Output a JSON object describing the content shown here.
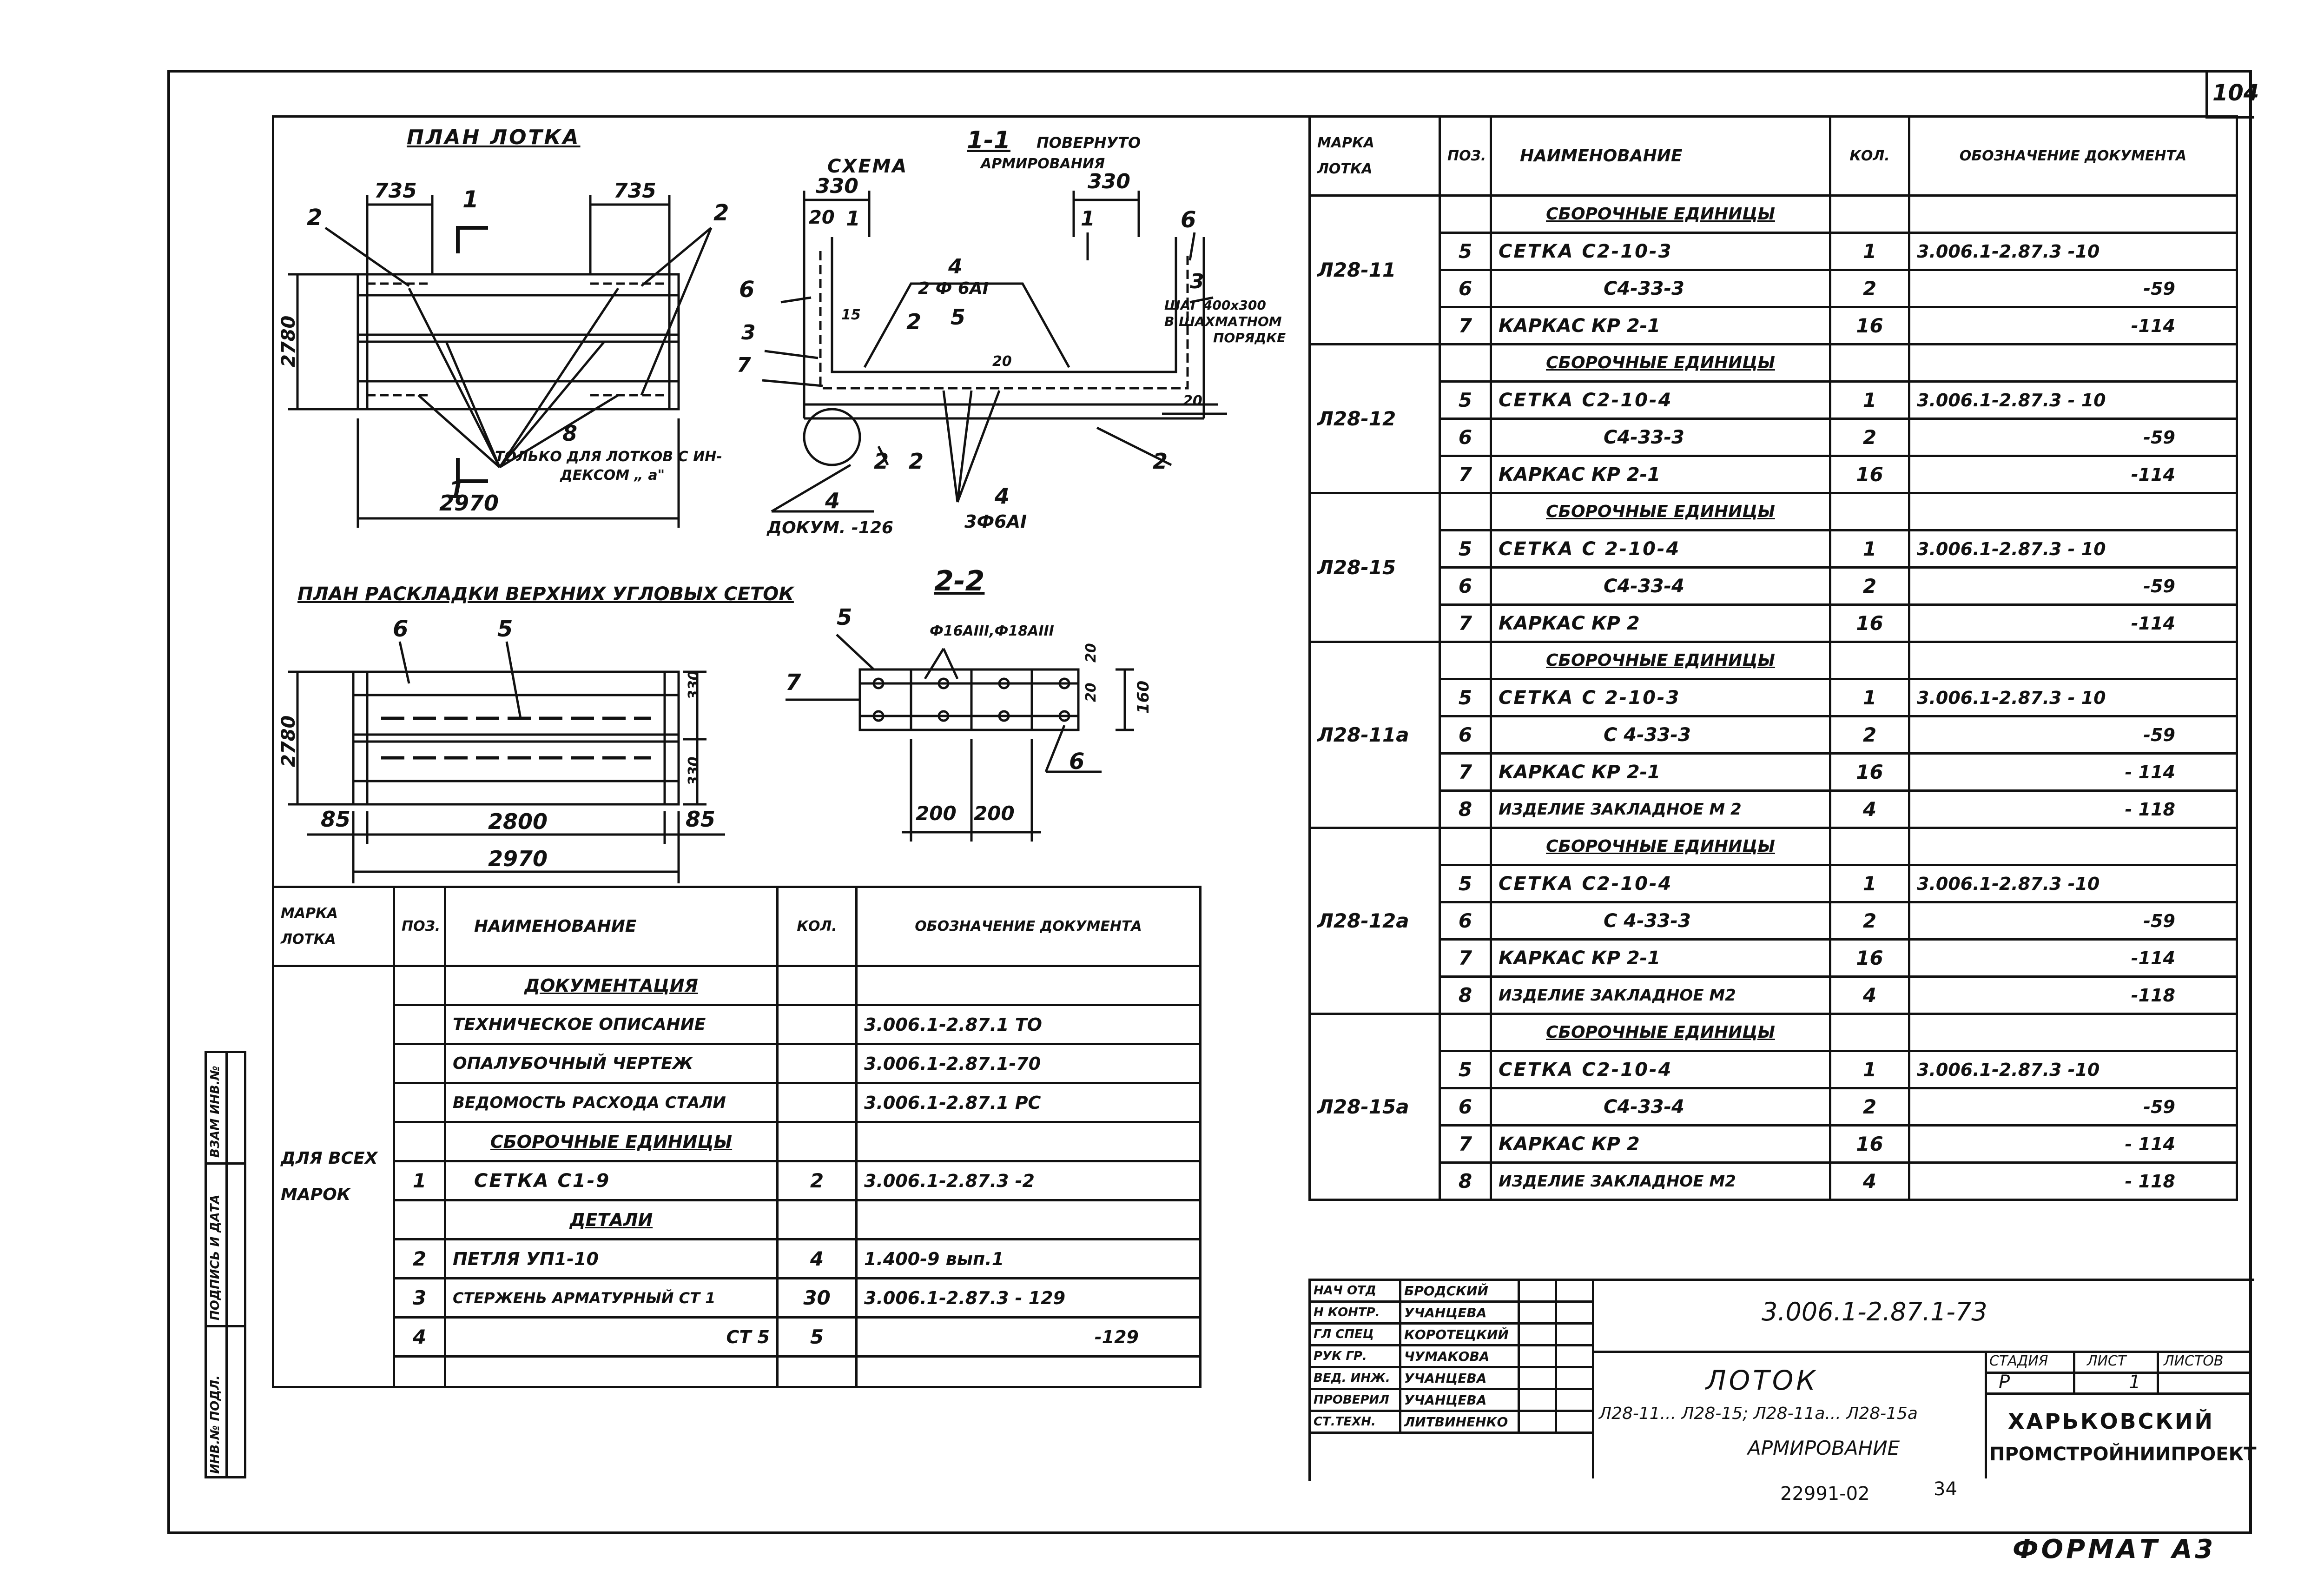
{
  "sheet": {
    "page_number": "104",
    "format": "ФОРМАТ А3",
    "archive_no": "22991-02",
    "archive_page": "34"
  },
  "plan_tray": {
    "title": "ПЛАН ЛОТКА",
    "dim_735_left": "735",
    "dim_735_right": "735",
    "dim_2780": "2780",
    "dim_2970": "2970",
    "cut": "1",
    "pos_2a": "2",
    "pos_2b": "2",
    "pos_8": "8",
    "note": "ТОЛЬКО ДЛЯ ЛОТКОВ С ИН-",
    "note2": "ДЕКСОМ „ а\""
  },
  "section_11": {
    "title": "1-1",
    "rotated": "ПОВЕРНУТО",
    "scheme": "СХЕМА",
    "armir": "АРМИРОВАНИЯ",
    "dim_330_left": "330",
    "dim_330_right": "330",
    "dim_20": "20",
    "dim_20b": "20",
    "dim_20c": "20",
    "dim_15": "15",
    "p1": "1",
    "p1r": "1",
    "p2": "2",
    "p2b": "2",
    "p2c": "2",
    "p2d": "2",
    "p3": "3",
    "p3r": "3",
    "p4": "4",
    "p4b": "4",
    "p4c": "4",
    "p5": "5",
    "p6": "6",
    "p6r": "6",
    "p7": "7",
    "bar_2": "2 Ф 6АI",
    "bar_3": "3Ф6АI",
    "doc": "ДОКУМ. -126",
    "step1": "ШАГ 400х300",
    "step2": "В ШАХМАТНОМ",
    "step3": "ПОРЯДКЕ"
  },
  "plan_mesh": {
    "title": "ПЛАН РАСКЛАДКИ ВЕРХНИХ УГЛОВЫХ СЕТОК",
    "p6": "6",
    "p5": "5",
    "dim_2780": "2780",
    "dim_330a": "330",
    "dim_330b": "330",
    "dim_85a": "85",
    "dim_85b": "85",
    "dim_2800": "2800",
    "dim_2970": "2970"
  },
  "section_22": {
    "title": "2-2",
    "p5": "5",
    "p7": "7",
    "p6": "6",
    "bars": "Ф16АIII,Ф18АIII",
    "dim_20a": "20",
    "dim_20b": "20",
    "dim_160": "160",
    "dim_200a": "200",
    "dim_200b": "200"
  },
  "table_left": {
    "headers": [
      "МАРКА ЛОТКА",
      "ПОЗ.",
      "НАИМЕНОВАНИЕ",
      "КОЛ.",
      "ОБОЗНАЧЕНИЕ ДОКУМЕНТА"
    ],
    "group": "ДЛЯ ВСЕХ МАРОК",
    "rows": [
      {
        "pos": "",
        "name": "ДОКУМЕНТАЦИЯ",
        "qty": "",
        "doc": "",
        "section": true
      },
      {
        "pos": "",
        "name": "ТЕХНИЧЕСКОЕ ОПИСАНИЕ",
        "qty": "",
        "doc": "3.006.1-2.87.1 ТО"
      },
      {
        "pos": "",
        "name": "ОПАЛУБОЧНЫЙ ЧЕРТЕЖ",
        "qty": "",
        "doc": "3.006.1-2.87.1-70"
      },
      {
        "pos": "",
        "name": "ВЕДОМОСТЬ РАСХОДА СТАЛИ",
        "qty": "",
        "doc": "3.006.1-2.87.1 РС"
      },
      {
        "pos": "",
        "name": "СБОРОЧНЫЕ ЕДИНИЦЫ",
        "qty": "",
        "doc": "",
        "section": true
      },
      {
        "pos": "1",
        "name": "СЕТКА С1-9",
        "qty": "2",
        "doc": "3.006.1-2.87.3 -2"
      },
      {
        "pos": "",
        "name": "ДЕТАЛИ",
        "qty": "",
        "doc": "",
        "section": true
      },
      {
        "pos": "2",
        "name": "ПЕТЛЯ УП1-10",
        "qty": "4",
        "doc": "1.400-9 вып.1"
      },
      {
        "pos": "3",
        "name": "СТЕРЖЕНЬ АРМАТУРНЫЙ СТ 1",
        "qty": "30",
        "doc": "3.006.1-2.87.3 - 129"
      },
      {
        "pos": "4",
        "name": "СТ 5",
        "qty": "5",
        "doc": "-129",
        "rname": true,
        "rdoc": true
      },
      {
        "pos": "",
        "name": "",
        "qty": "",
        "doc": ""
      }
    ]
  },
  "table_right": {
    "headers": [
      "МАРКА ЛОТКА",
      "ПОЗ.",
      "НАИМЕНОВАНИЕ",
      "КОЛ.",
      "ОБОЗНАЧЕНИЕ ДОКУМЕНТА"
    ],
    "section": "СБОРОЧНЫЕ ЕДИНИЦЫ",
    "groups": [
      {
        "mark": "Л28-11",
        "rows": [
          {
            "pos": "5",
            "name": "СЕТКА С2-10-3",
            "qty": "1",
            "doc": "3.006.1-2.87.3 -10"
          },
          {
            "pos": "6",
            "name": "С4-33-3",
            "qty": "2",
            "doc": "-59"
          },
          {
            "pos": "7",
            "name": "КАРКАС КР 2-1",
            "qty": "16",
            "doc": "-114"
          }
        ]
      },
      {
        "mark": "Л28-12",
        "rows": [
          {
            "pos": "5",
            "name": "СЕТКА С2-10-4",
            "qty": "1",
            "doc": "3.006.1-2.87.3 - 10"
          },
          {
            "pos": "6",
            "name": "С4-33-3",
            "qty": "2",
            "doc": "-59"
          },
          {
            "pos": "7",
            "name": "КАРКАС КР 2-1",
            "qty": "16",
            "doc": "-114"
          }
        ]
      },
      {
        "mark": "Л28-15",
        "rows": [
          {
            "pos": "5",
            "name": "СЕТКА С 2-10-4",
            "qty": "1",
            "doc": "3.006.1-2.87.3 - 10"
          },
          {
            "pos": "6",
            "name": "С4-33-4",
            "qty": "2",
            "doc": "-59"
          },
          {
            "pos": "7",
            "name": "КАРКАС КР 2",
            "qty": "16",
            "doc": "-114"
          }
        ]
      },
      {
        "mark": "Л28-11а",
        "rows": [
          {
            "pos": "5",
            "name": "СЕТКА С 2-10-3",
            "qty": "1",
            "doc": "3.006.1-2.87.3 - 10"
          },
          {
            "pos": "6",
            "name": "С 4-33-3",
            "qty": "2",
            "doc": "-59"
          },
          {
            "pos": "7",
            "name": "КАРКАС КР 2-1",
            "qty": "16",
            "doc": "- 114"
          },
          {
            "pos": "8",
            "name": "ИЗДЕЛИЕ ЗАКЛАДНОЕ М 2",
            "qty": "4",
            "doc": "- 118"
          }
        ]
      },
      {
        "mark": "Л28-12а",
        "rows": [
          {
            "pos": "5",
            "name": "СЕТКА С2-10-4",
            "qty": "1",
            "doc": "3.006.1-2.87.3 -10"
          },
          {
            "pos": "6",
            "name": "С 4-33-3",
            "qty": "2",
            "doc": "-59"
          },
          {
            "pos": "7",
            "name": "КАРКАС КР 2-1",
            "qty": "16",
            "doc": "-114"
          },
          {
            "pos": "8",
            "name": "ИЗДЕЛИЕ ЗАКЛАДНОЕ М2",
            "qty": "4",
            "doc": "-118"
          }
        ]
      },
      {
        "mark": "Л28-15а",
        "rows": [
          {
            "pos": "5",
            "name": "СЕТКА С2-10-4",
            "qty": "1",
            "doc": "3.006.1-2.87.3 -10"
          },
          {
            "pos": "6",
            "name": "С4-33-4",
            "qty": "2",
            "doc": "-59"
          },
          {
            "pos": "7",
            "name": "КАРКАС КР 2",
            "qty": "16",
            "doc": "- 114"
          },
          {
            "pos": "8",
            "name": "ИЗДЕЛИЕ ЗАКЛАДНОЕ М2",
            "qty": "4",
            "doc": "- 118"
          }
        ]
      }
    ]
  },
  "title_block": {
    "code": "3.006.1-2.87.1-73",
    "name": "ЛОТОК",
    "marks": "Л28-11... Л28-15; Л28-11а... Л28-15а",
    "sub": "АРМИРОВАНИЕ",
    "stage_h": "СТАДИЯ",
    "sheet_h": "ЛИСТ",
    "sheets_h": "ЛИСТОВ",
    "stage": "Р",
    "sheet": "1",
    "sheets": "",
    "org1": "ХАРЬКОВСКИЙ",
    "org2": "ПРОМСТРОЙНИИПРОЕКТ",
    "people": [
      {
        "role": "НАЧ ОТД",
        "name": "БРОДСКИЙ"
      },
      {
        "role": "Н КОНТР.",
        "name": "УЧАНЦЕВА"
      },
      {
        "role": "ГЛ СПЕЦ",
        "name": "КОРОТЕЦКИЙ"
      },
      {
        "role": "РУК ГР.",
        "name": "ЧУМАКОВА"
      },
      {
        "role": "ВЕД. ИНЖ.",
        "name": "УЧАНЦЕВА"
      },
      {
        "role": "ПРОВЕРИЛ",
        "name": "УЧАНЦЕВА"
      },
      {
        "role": "СТ.ТЕХН.",
        "name": "ЛИТВИНЕНКО"
      }
    ]
  },
  "side_stamp": {
    "s1": "ИНВ.№ ПОДЛ.",
    "s2": "ПОДПИСЬ И ДАТА",
    "s3": "ВЗАМ ИНВ.№"
  }
}
